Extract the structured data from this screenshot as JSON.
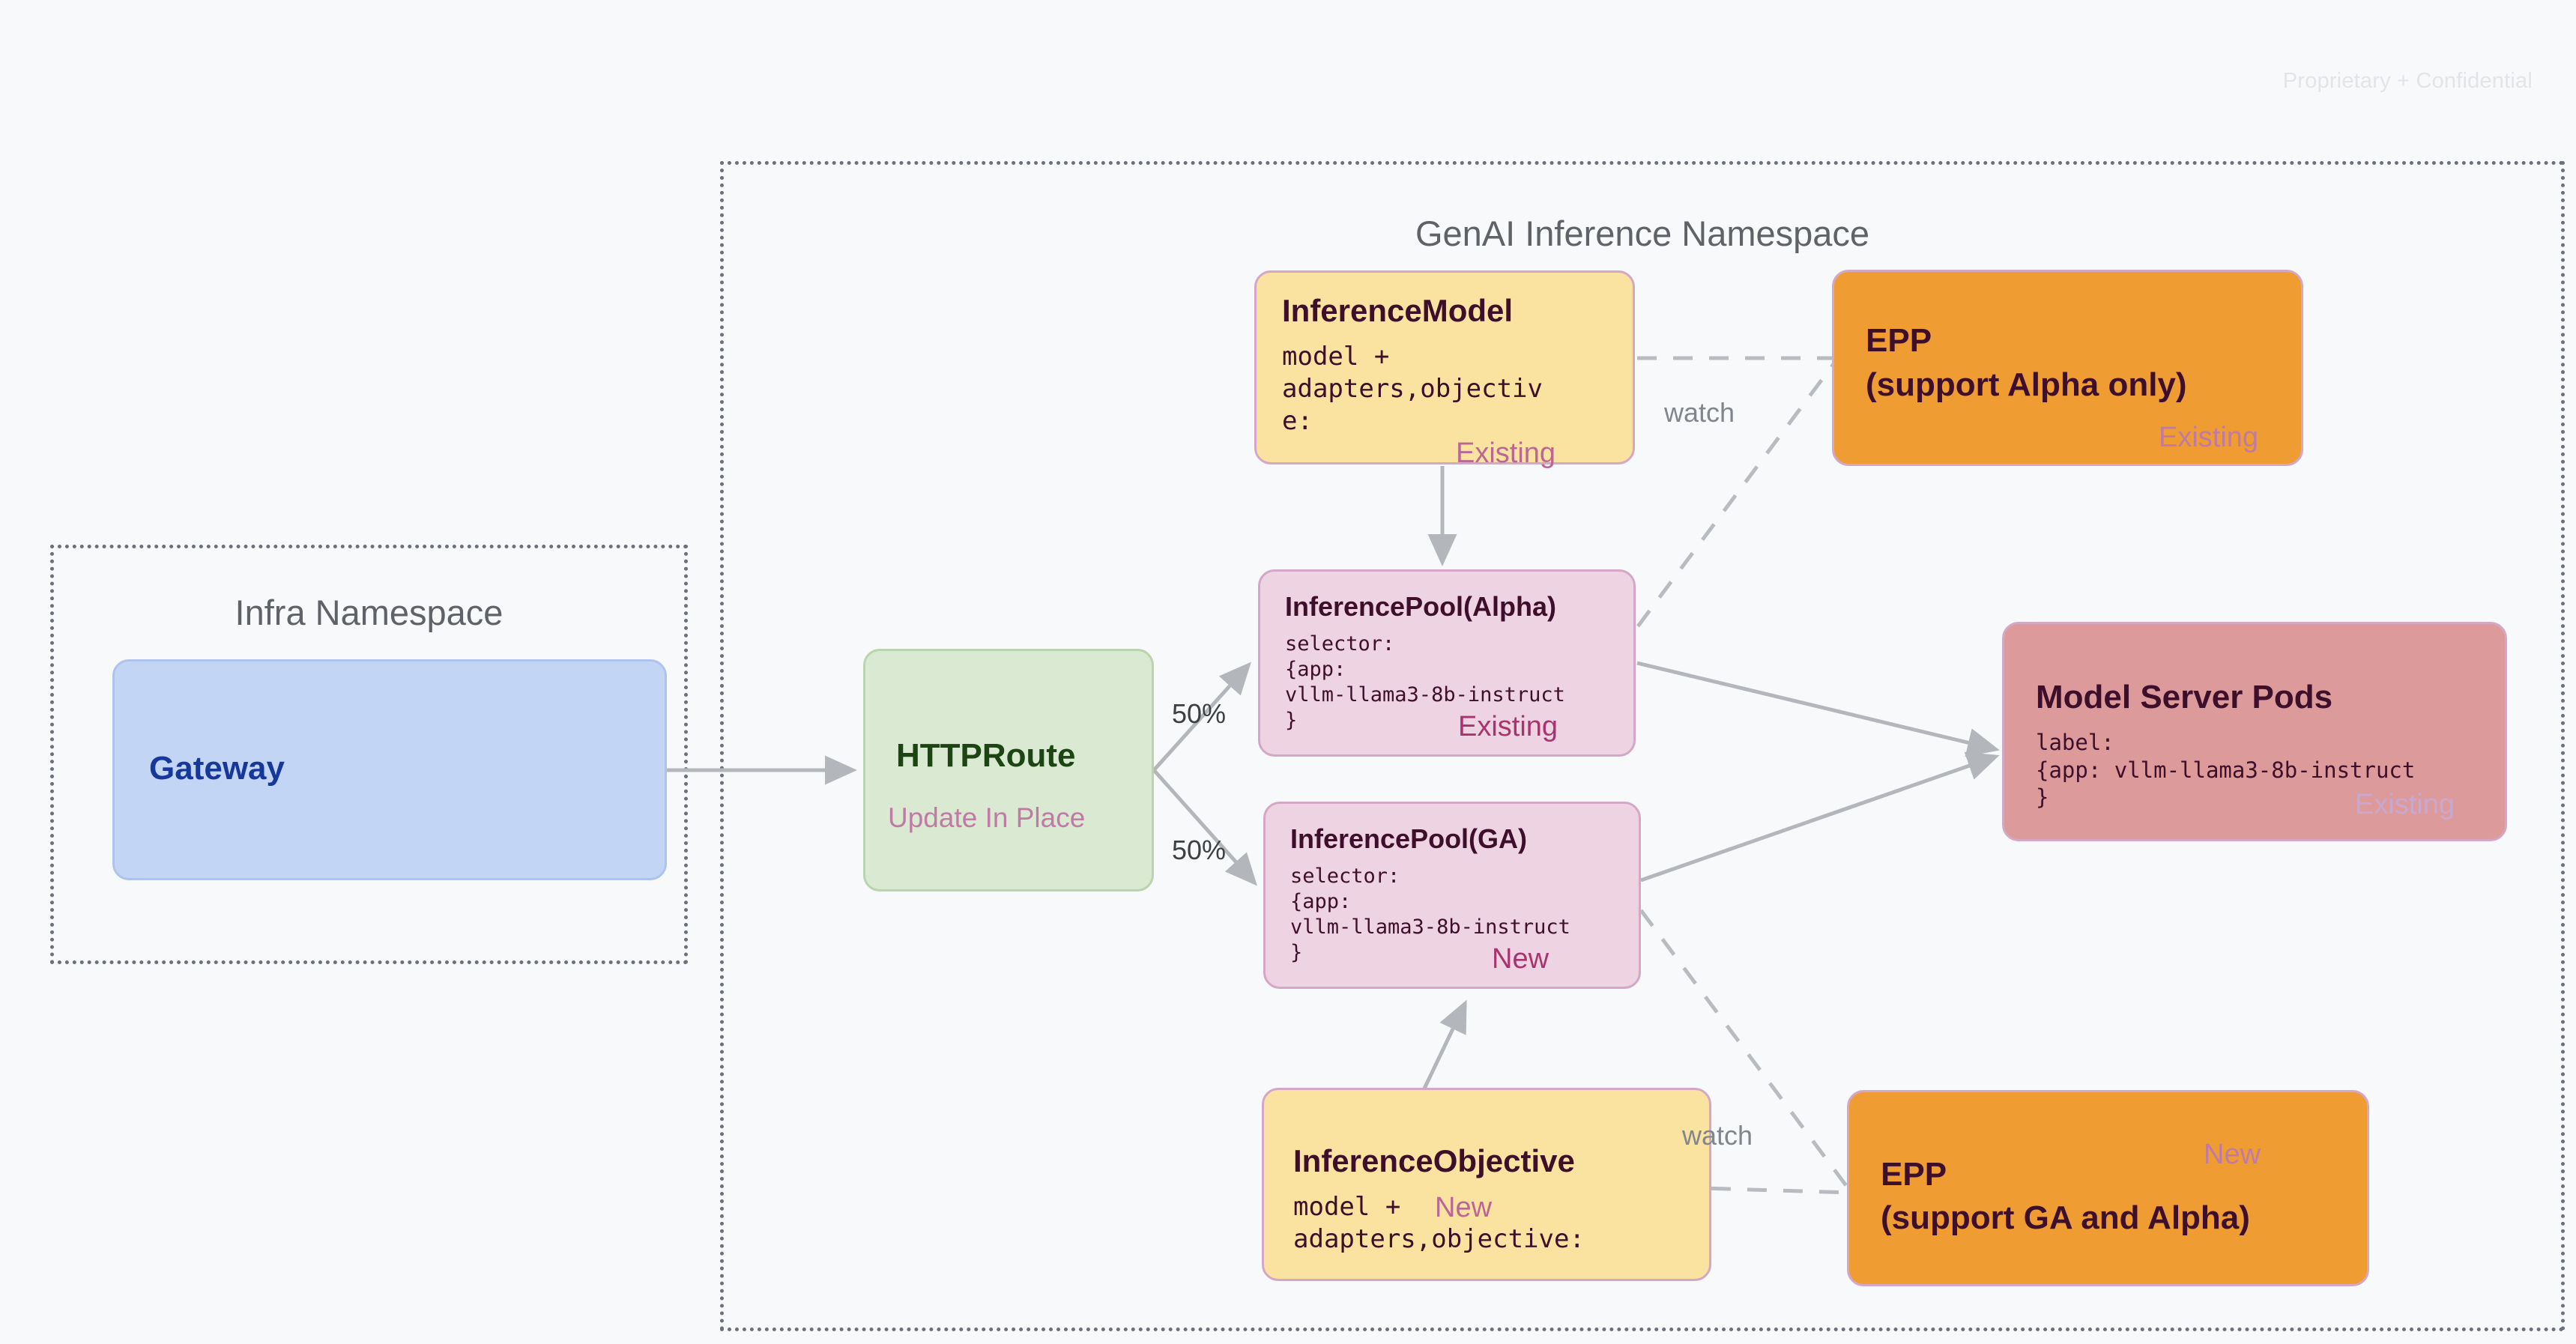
{
  "watermark": "Proprietary + Confidential",
  "namespaces": [
    {
      "id": "infra",
      "title": "Infra Namespace"
    },
    {
      "id": "genai",
      "title": "GenAI Inference Namespace"
    }
  ],
  "nodes": {
    "gateway": {
      "title": "Gateway"
    },
    "httproute": {
      "title": "HTTPRoute",
      "tag": "Update In Place"
    },
    "inference_model": {
      "title": "InferenceModel",
      "body": "model +\nadapters,objectiv\ne:",
      "tag": "Existing"
    },
    "inference_pool_alpha": {
      "title": "InferencePool(Alpha)",
      "body": "selector:\n{app:\nvllm-llama3-8b-instruct\n}",
      "tag": "Existing"
    },
    "inference_pool_ga": {
      "title": "InferencePool(GA)",
      "body": "selector:\n{app:\nvllm-llama3-8b-instruct\n}",
      "tag": "New"
    },
    "inference_objective": {
      "title": "InferenceObjective",
      "body": "model +\nadapters,objective:",
      "tag": "New"
    },
    "epp_alpha": {
      "title_line1": "EPP",
      "title_line2": "(support Alpha only)",
      "tag": "Existing"
    },
    "epp_ga": {
      "title_line1": "EPP",
      "title_line2": "(support GA and Alpha)",
      "tag": "New"
    },
    "model_server_pods": {
      "title": "Model Server Pods",
      "body": "label:\n{app: vllm-llama3-8b-instruct\n}",
      "tag": "Existing"
    }
  },
  "edges": {
    "split_top": "50%",
    "split_bottom": "50%",
    "watch_top": "watch",
    "watch_bottom": "watch"
  },
  "colors": {
    "background": "#f8f9fb",
    "gateway_fill": "#c3d5f5",
    "gateway_text": "#17389b",
    "httproute_fill": "#d9e9d2",
    "httproute_text": "#1d4413",
    "crd_yellow_fill": "#fae3a0",
    "pool_pink_fill": "#eed4e2",
    "epp_orange_fill": "#ef9c33",
    "pods_red_fill": "#dd9a9a",
    "border_mauve": "#d4a7c6",
    "tag_existing": "#bb6796",
    "tag_new": "#a8346f",
    "connector_gray": "#b3b6ba",
    "namespace_border": "#6b707a"
  }
}
